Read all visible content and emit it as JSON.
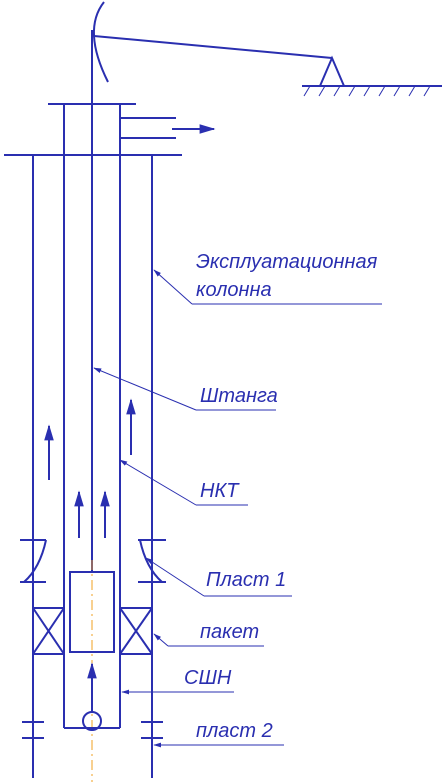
{
  "labels": {
    "casing_line1": "Эксплуатационная",
    "casing_line2": "колонна",
    "rod": "Штанга",
    "tubing": "НКТ",
    "layer1": "Пласт 1",
    "packer": "пакет",
    "pump": "СШН",
    "layer2": "пласт 2"
  },
  "colors": {
    "line": "#2a2fb0",
    "axis": "#f0a020",
    "background": "#ffffff"
  }
}
